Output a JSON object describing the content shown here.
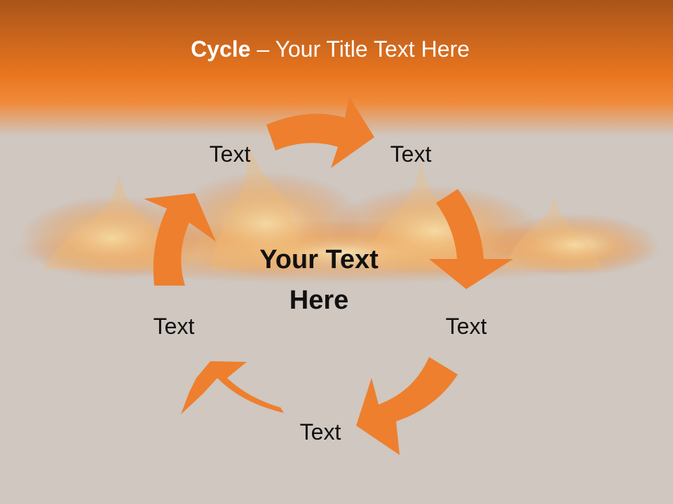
{
  "slide": {
    "title_bold": "Cycle",
    "title_sep": " – ",
    "title_rest": "Your Title Text Here",
    "center_text_line1": "Your Text",
    "center_text_line2": "Here"
  },
  "cycle": {
    "nodes": [
      {
        "label": "Text"
      },
      {
        "label": "Text"
      },
      {
        "label": "Text"
      },
      {
        "label": "Text"
      },
      {
        "label": "Text"
      }
    ]
  },
  "colors": {
    "header_top": "#a9551a",
    "header_orange": "#ee7a20",
    "background": "#cfc7c0",
    "arrow": "#ee7f2e",
    "flame": "#ffd27a"
  }
}
